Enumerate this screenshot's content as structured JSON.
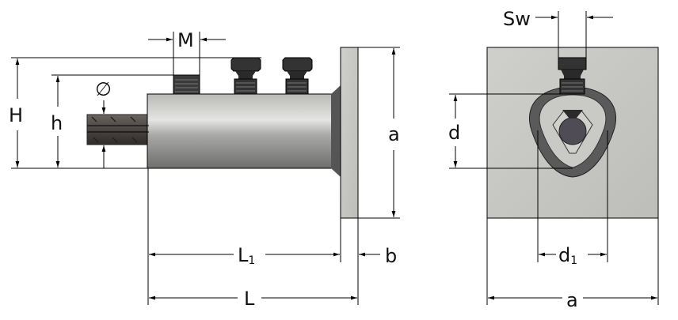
{
  "side_view": {
    "labels": {
      "H": "H",
      "h": "h",
      "diameter": "∅",
      "M": "M",
      "a": "a",
      "L1_main": "L",
      "L1_sub": "1",
      "b": "b",
      "L": "L"
    }
  },
  "front_view": {
    "labels": {
      "Sw": "Sw",
      "d": "d",
      "d1_main": "d",
      "d1_sub": "1",
      "a": "a"
    }
  },
  "colors": {
    "body": "#b8b8b6",
    "plate": "#cfcfcc",
    "bolt": "#2e2e2e",
    "rebar": "#4a4644"
  }
}
